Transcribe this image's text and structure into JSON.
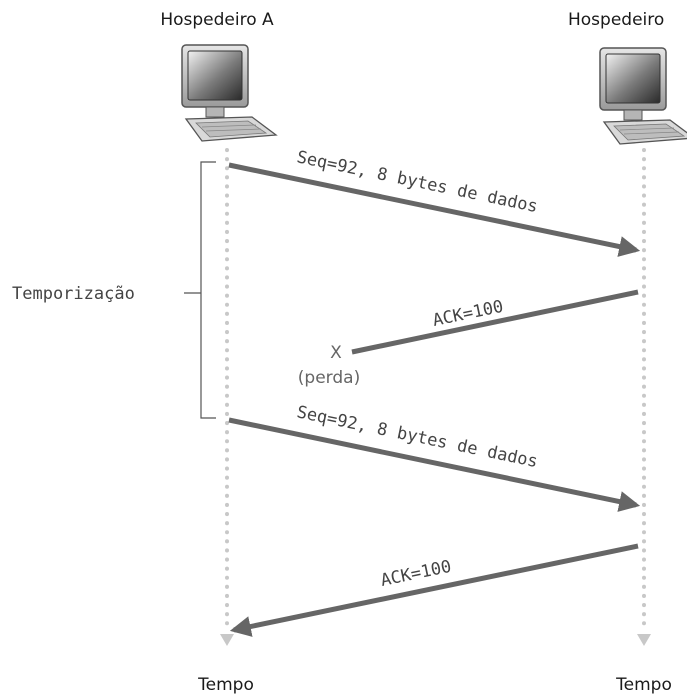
{
  "hosts": {
    "a": {
      "label": "Hospedeiro A",
      "icon": "desktop-computer-icon"
    },
    "b": {
      "label": "Hospedeiro",
      "icon": "desktop-computer-icon"
    }
  },
  "timeline": {
    "a_label": "Tempo",
    "b_label": "Tempo"
  },
  "timeout": {
    "label": "Temporização"
  },
  "messages": [
    {
      "label": "Seq=92, 8 bytes de dados",
      "direction": "A→B"
    },
    {
      "label": "ACK=100",
      "direction": "B→A",
      "lost": true
    },
    {
      "label": "Seq=92, 8 bytes de dados",
      "direction": "A→B"
    },
    {
      "label": "ACK=100",
      "direction": "B→A"
    }
  ],
  "loss": {
    "mark": "X",
    "label": "(perda)"
  },
  "colors": {
    "arrow": "#666666",
    "timeline": "#c8c8c8",
    "text": "#1a1a1a"
  }
}
